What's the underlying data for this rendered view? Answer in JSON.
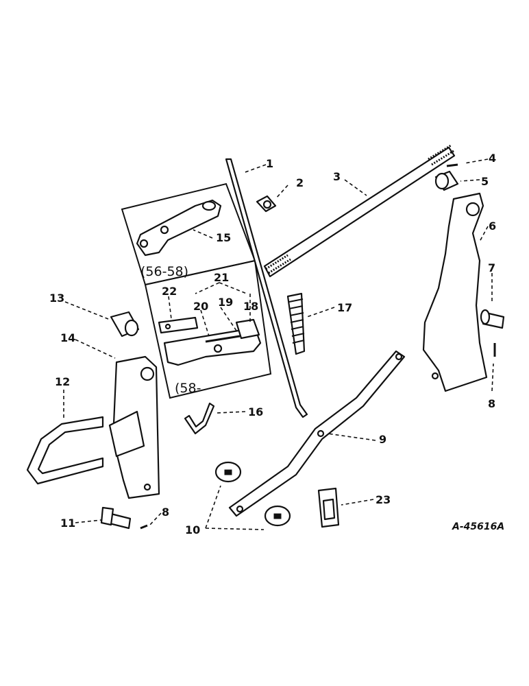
{
  "figure": {
    "drawing_code": "A-45616A",
    "inset_upper_label": "(56-58)",
    "inset_lower_label": "(58-"
  },
  "callouts": [
    "1",
    "2",
    "3",
    "4",
    "5",
    "6",
    "7",
    "8",
    "8",
    "9",
    "10",
    "11",
    "12",
    "13",
    "14",
    "15",
    "16",
    "17",
    "18",
    "19",
    "20",
    "21",
    "22",
    "23"
  ]
}
